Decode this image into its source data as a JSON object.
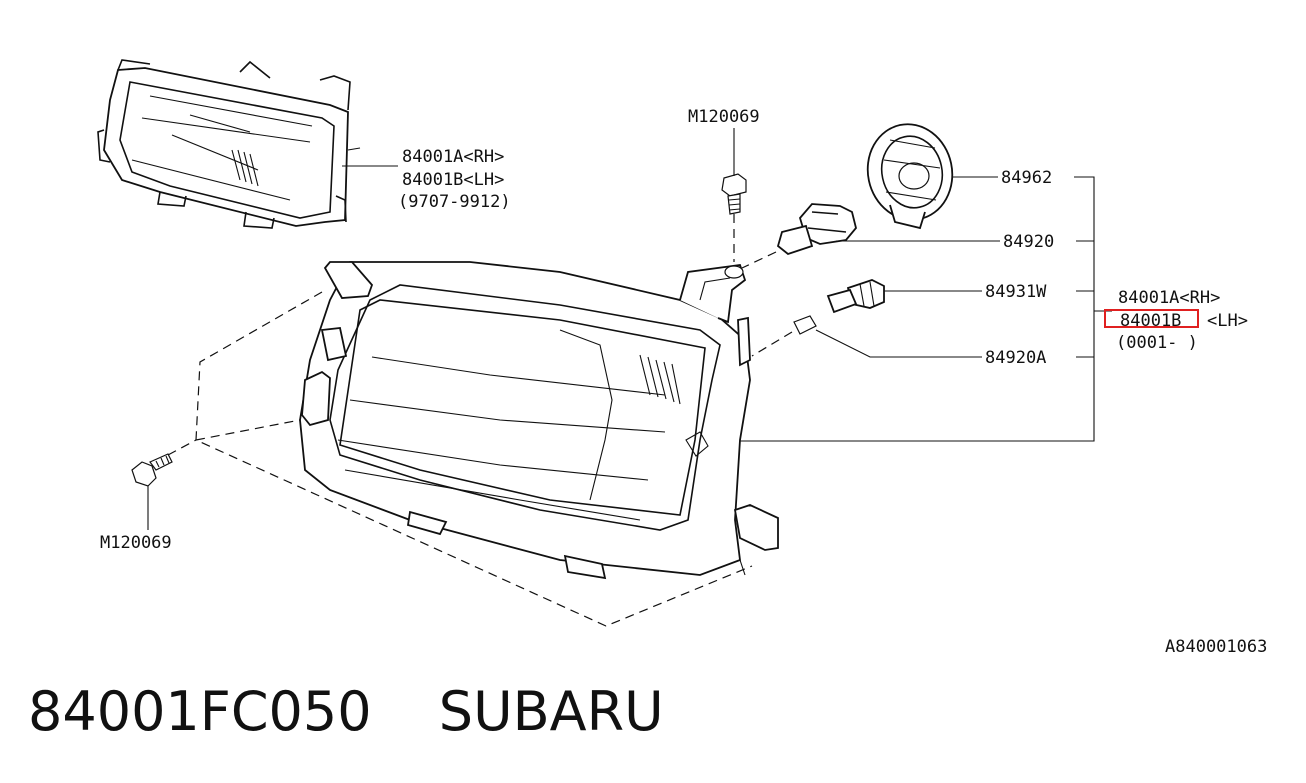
{
  "labels": {
    "top_rh": "84001A<RH>",
    "top_lh": "84001B<LH>",
    "top_dates": "(9707-9912)",
    "bolt_top": "M120069",
    "bolt_left": "M120069",
    "p84962": "84962",
    "p84920": "84920",
    "p84931w": "84931W",
    "p84920a": "84920A",
    "right_rh": "84001A<RH>",
    "right_lh_code": "84001B",
    "right_lh_suffix": "<LH>",
    "right_dates": "(0001-     )",
    "ref_code": "A840001063"
  },
  "highlight": {
    "color": "#e02020",
    "target": "84001B"
  },
  "footer": {
    "part_number": "84001FC050",
    "brand": "SUBARU"
  }
}
